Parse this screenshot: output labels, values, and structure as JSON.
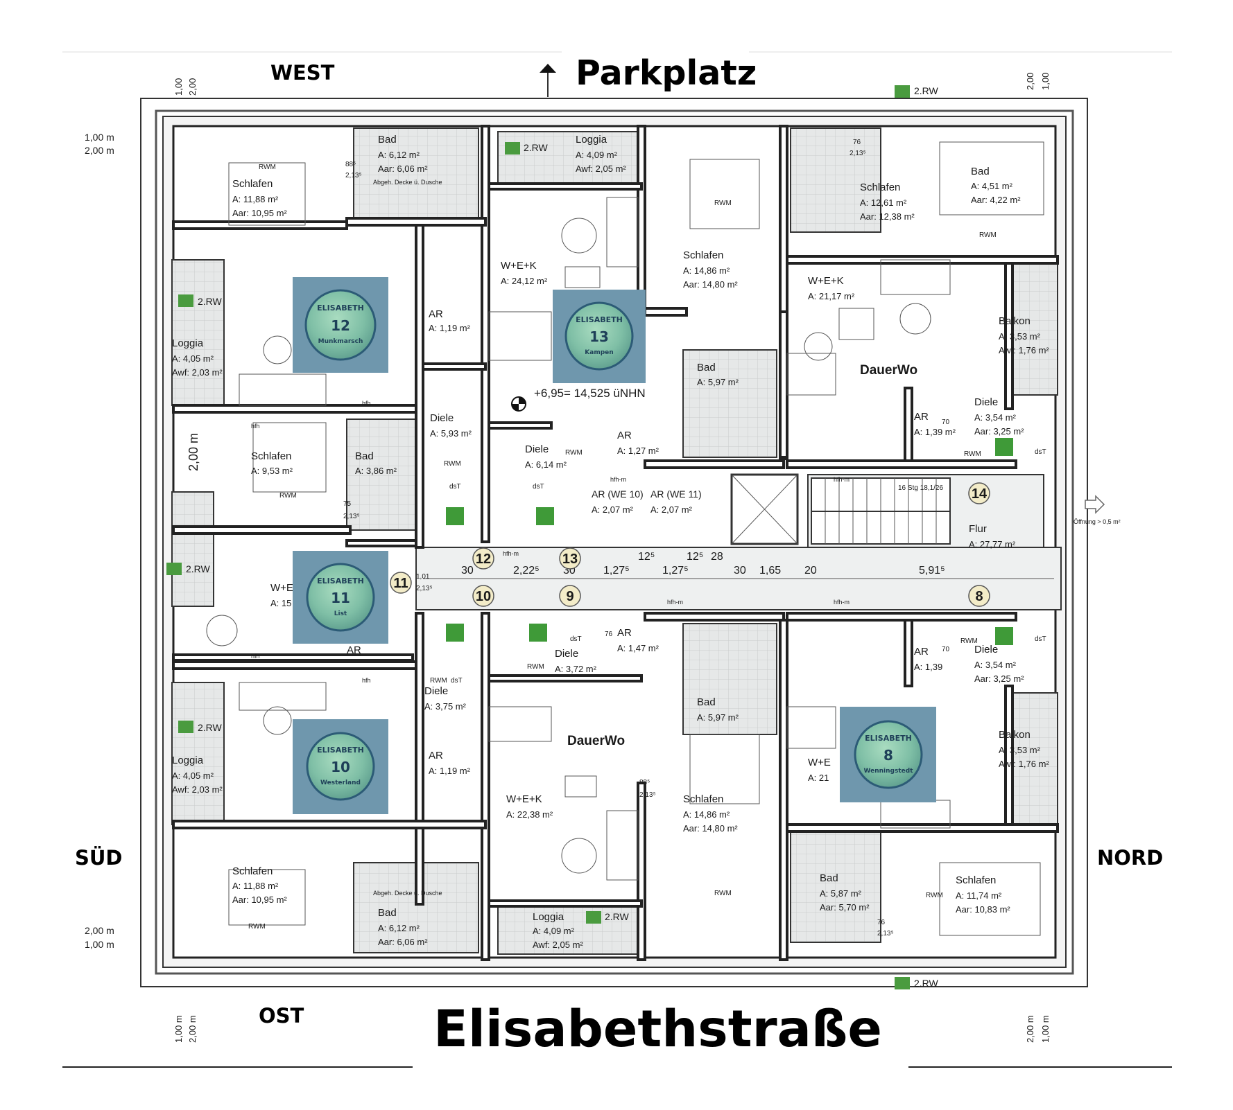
{
  "compass": {
    "west": "WEST",
    "ost": "OST",
    "sued": "SÜD",
    "nord": "NORD"
  },
  "streets": {
    "top": "Parkplatz",
    "bottom": "Elisabethstraße"
  },
  "level": "+6,95= 14,525 üNHN",
  "margin_dims": {
    "one": "1,00 m",
    "two": "2,00 m",
    "one_short": "1,00",
    "two_short": "2,00"
  },
  "escape": {
    "rw2": "2.RW",
    "rwm": "RWM",
    "dst": "dsT",
    "hfh": "hfh",
    "hfhm": "hfh-m"
  },
  "apartments": [
    {
      "number": "12",
      "brand": "ELISABETH",
      "name": "Munkmarsch"
    },
    {
      "number": "13",
      "brand": "ELISABETH",
      "name": "Kampen"
    },
    {
      "number": "11",
      "brand": "ELISABETH",
      "name": "List"
    },
    {
      "number": "10",
      "brand": "ELISABETH",
      "name": "Westerland"
    },
    {
      "number": "8",
      "brand": "ELISABETH",
      "name": "Wenningstedt"
    }
  ],
  "door_numbers": [
    "12",
    "13",
    "11",
    "10",
    "9",
    "8",
    "14"
  ],
  "rooms": {
    "bad_12": {
      "name": "Bad",
      "a": "A:   6,12 m²",
      "aar": "Aar: 6,06 m²"
    },
    "schlafen_12": {
      "name": "Schlafen",
      "a": "A:   11,88 m²",
      "aar": "Aar: 10,95 m²"
    },
    "loggia_12": {
      "name": "Loggia",
      "a": "A:   4,05 m²",
      "awf": "Awf: 2,03 m²"
    },
    "ar_12": {
      "name": "AR",
      "a": "A: 1,19 m²"
    },
    "diele_12": {
      "name": "Diele",
      "a": "A: 5,93 m²"
    },
    "loggia_13": {
      "name": "Loggia",
      "a": "A:   4,09 m²",
      "awf": "Awf: 2,05 m²"
    },
    "wek_13": {
      "name": "W+E+K",
      "a": "A: 24,12 m²"
    },
    "diele_13": {
      "name": "Diele",
      "a": "A: 6,14 m²"
    },
    "ar_13": {
      "name": "AR",
      "a": "A: 1,27 m²"
    },
    "schlafen_ne": {
      "name": "Schlafen",
      "a": "A:   14,86 m²",
      "aar": "Aar: 14,80 m²"
    },
    "bad_ne": {
      "name": "Bad",
      "a": "A: 5,97 m²"
    },
    "schlafen_dw": {
      "name": "Schlafen",
      "a": "A:   12,61 m²",
      "aar": "Aar: 12,38 m²"
    },
    "bad_dw": {
      "name": "Bad",
      "a": "A:   4,51 m²",
      "aar": "Aar: 4,22 m²"
    },
    "wek_dw": {
      "name": "W+E+K",
      "a": "A: 21,17 m²"
    },
    "dauerwo_top": "DauerWo",
    "balkon_dw": {
      "name": "Balkon",
      "a": "A:   3,53 m²",
      "awf": "Awf: 1,76 m²"
    },
    "ar_dw": {
      "name": "AR",
      "a": "A: 1,39 m²"
    },
    "diele_dw": {
      "name": "Diele",
      "a": "A:   3,54 m²",
      "aar": "Aar: 3,25 m²"
    },
    "schlafen_11": {
      "name": "Schlafen",
      "a": "A: 9,53 m²"
    },
    "bad_11": {
      "name": "Bad",
      "a": "A: 3,86 m²"
    },
    "we_11": {
      "name": "W+E",
      "a": "A: 15"
    },
    "ar_11": {
      "name": "AR"
    },
    "ar_we10": {
      "name": "AR (WE 10)",
      "a": "A:   2,07 m²"
    },
    "ar_we11": {
      "name": "AR (WE 11)",
      "a": "A:   2,07 m²"
    },
    "flur": {
      "name": "Flur",
      "a": "A: 27,77 m²"
    },
    "stair": "16 Stg 18,1/26",
    "oeffnung": "Öffnung > 0,5 m²",
    "diele_10": {
      "name": "Diele",
      "a": "A: 3,75 m²"
    },
    "ar_10": {
      "name": "AR",
      "a": "A: 1,19 m²"
    },
    "loggia_10": {
      "name": "Loggia",
      "a": "A:   4,05 m²",
      "awf": "Awf: 2,03 m²"
    },
    "schlafen_10": {
      "name": "Schlafen",
      "a": "A:   11,88 m²",
      "aar": "Aar: 10,95 m²"
    },
    "bad_10": {
      "name": "Bad",
      "a": "A:   6,12 m²",
      "aar": "Aar: 6,06 m²"
    },
    "dusche": "Abgeh. Decke ü. Dusche",
    "diele_9": {
      "name": "Diele",
      "a": "A: 3,72 m²"
    },
    "ar_9": {
      "name": "AR",
      "a": "A: 1,47 m²"
    },
    "dauerwo_bot": "DauerWo",
    "wek_9": {
      "name": "W+E+K",
      "a": "A: 22,38 m²"
    },
    "loggia_9": {
      "name": "Loggia",
      "a": "A:   4,09 m²",
      "awf": "Awf: 2,05 m²"
    },
    "schlafen_se": {
      "name": "Schlafen",
      "a": "A:   14,86 m²",
      "aar": "Aar: 14,80 m²"
    },
    "bad_se": {
      "name": "Bad",
      "a": "A: 5,97 m²"
    },
    "ar_8": {
      "name": "AR",
      "a": "A: 1,39"
    },
    "diele_8": {
      "name": "Diele",
      "a": "A:   3,54 m²",
      "aar": "Aar: 3,25 m²"
    },
    "balkon_8": {
      "name": "Balkon",
      "a": "A:   3,53 m²",
      "awf": "Awf: 1,76 m²"
    },
    "we_8": {
      "name": "W+E",
      "a": "A: 21"
    },
    "bad_8": {
      "name": "Bad",
      "a": "A:   5,87 m²",
      "aar": "Aar: 5,70 m²"
    },
    "schlafen_8": {
      "name": "Schlafen",
      "a": "A:   11,74 m²",
      "aar": "Aar: 10,83 m²"
    }
  },
  "corridor_dims": [
    "30",
    "2,22⁵",
    "30",
    "1,27⁵",
    "12⁵",
    "1,27⁵",
    "12⁵",
    "28",
    "30",
    "1,65",
    "20",
    "5,91⁵"
  ],
  "door_dims": {
    "d885": "88⁵",
    "d213": "2,13⁵",
    "d101": "1,01",
    "d76": "76",
    "d70": "70",
    "d75": "75"
  },
  "dim_vertical": "2,00 m"
}
